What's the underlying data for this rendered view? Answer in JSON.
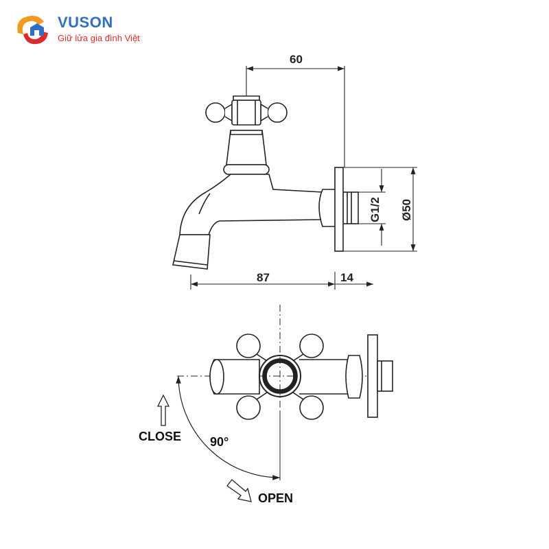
{
  "brand": {
    "name": "VUSON",
    "slogan": "Giữ lửa gia đình Việt",
    "colors": {
      "blue": "#2f6fc4",
      "red": "#d92c2c",
      "orange": "#f29a1f"
    }
  },
  "dimensions": {
    "width_60": "60",
    "length_87": "87",
    "flange_14": "14",
    "thread": "G1/2",
    "flange_dia": "Ø50"
  },
  "rotation": {
    "close_label": "CLOSE",
    "open_label": "OPEN",
    "angle_label": "90°"
  }
}
